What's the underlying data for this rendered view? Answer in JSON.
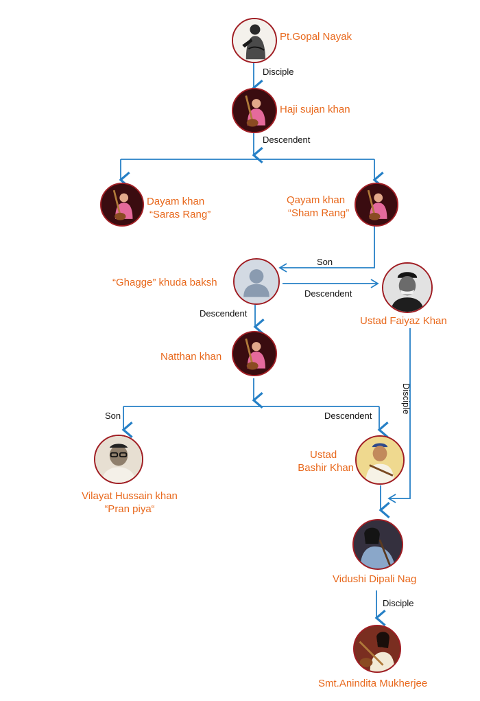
{
  "colors": {
    "connector": "#2680c6",
    "name_text": "#e8681c",
    "relation_text": "#111111",
    "portrait_border": "#a01e24"
  },
  "people": {
    "gopal_nayak": "Pt.Gopal Nayak",
    "haji_sujan_khan": "Haji sujan khan",
    "dayam_khan": {
      "line1": "Dayam khan",
      "line2": "“Saras Rang”"
    },
    "qayam_khan": {
      "line1": "Qayam khan",
      "line2": "“Sham Rang”"
    },
    "ghagge_khuda_baksh": "“Ghagge” khuda baksh",
    "faiyaz_khan": "Ustad Faiyaz Khan",
    "natthan_khan": "Natthan khan",
    "vilayat_hussain_khan": {
      "line1": "Vilayat Hussain khan",
      "line2": "“Pran piya“"
    },
    "bashir_khan": {
      "line1": "Ustad",
      "line2": "Bashir Khan"
    },
    "dipali_nag": "Vidushi Dipali Nag",
    "anindita_mukherjee": "Smt.Anindita Mukherjee"
  },
  "relations": {
    "gopal_to_haji": "Disciple",
    "haji_to_children": "Descendent",
    "qayam_to_ghagge": "Son",
    "ghagge_to_faiyaz": "Descendent",
    "ghagge_to_natthan": "Descendent",
    "natthan_to_vilayat": "Son",
    "natthan_to_bashir": "Descendent",
    "faiyaz_to_dipali": "Disciple",
    "dipali_to_anindita": "Disciple"
  },
  "icons": {
    "gopal_nayak": "sketch-portrait-icon",
    "sitar_player": "sitar-player-icon",
    "ghagge": "default-avatar-icon",
    "faiyaz_khan": "photo-portrait-icon"
  }
}
